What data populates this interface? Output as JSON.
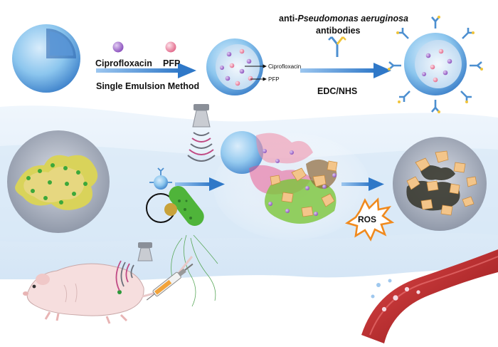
{
  "labels": {
    "ciprofloxacin": "Ciprofloxacin",
    "pfp": "PFP",
    "single_emulsion": "Single Emulsion Method",
    "inner_ciprofloxacin": "Ciprofloxacin",
    "inner_pfp": "PFP",
    "antibody_prefix": "anti-",
    "antibody_species": "Pseudomonas aeruginosa",
    "antibody_suffix": "antibodies",
    "edc_nhs": "EDC/NHS",
    "ros": "ROS"
  },
  "colors": {
    "shell_blue": "#8cc6ee",
    "shell_dark": "#3b7fc9",
    "arrow_blue": "#2f78c8",
    "cipro_purple": "#a070c8",
    "pfp_pink": "#f08aa6",
    "antibody_blue": "#4c8fd0",
    "antibody_yellow": "#f0c43a",
    "bacteria_green": "#4fb43a",
    "biofilm_green": "#7cc63a",
    "ros_orange": "#f08a1e",
    "vessel_red": "#c0262a",
    "mouse_pink": "#f6dede"
  },
  "icons": [
    "ultrasound-transducer-icon",
    "ultrasound-wave-icon",
    "syringe-icon",
    "mouse-icon",
    "blood-vessel-icon"
  ]
}
